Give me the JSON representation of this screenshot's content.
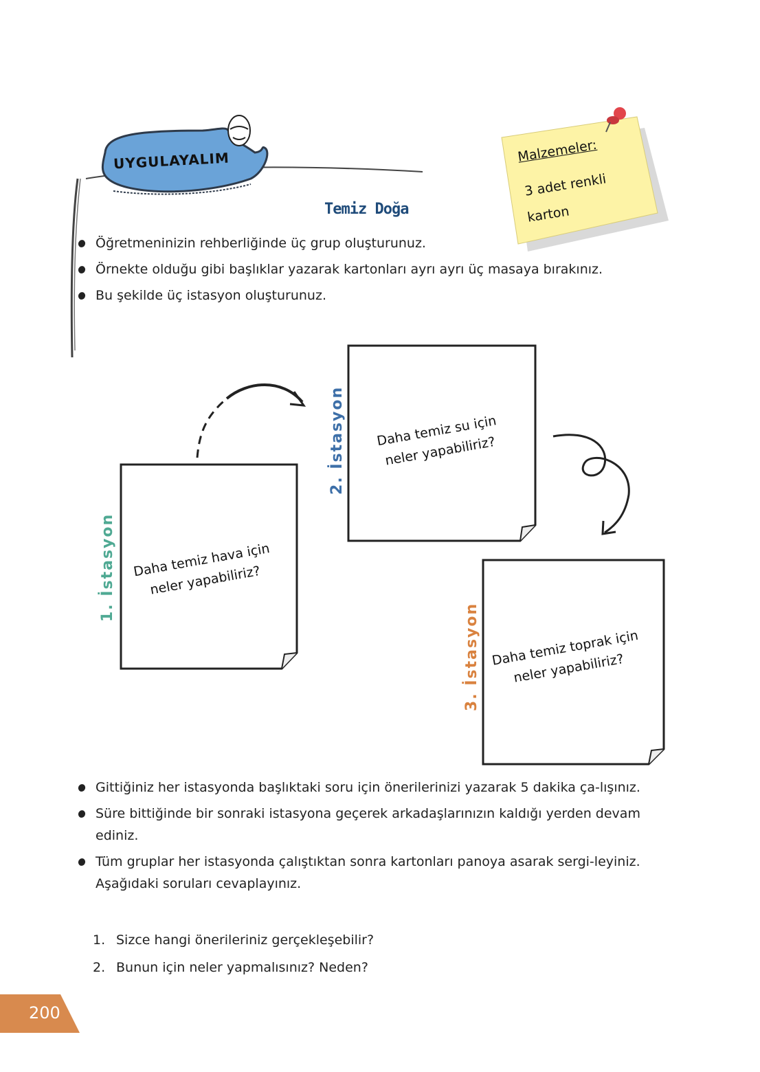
{
  "banner": {
    "label": "UYGULAYALIM"
  },
  "materials": {
    "title": "Malzemeler:",
    "line1": "3 adet renkli",
    "line2": "karton"
  },
  "title": "Temiz Doğa",
  "instructions_top": [
    "Öğretmeninizin rehberliğinde üç grup oluşturunuz.",
    "Örnekte olduğu gibi başlıklar yazarak kartonları ayrı ayrı üç masaya bırakınız.",
    "Bu şekilde üç istasyon oluşturunuz."
  ],
  "stations": [
    {
      "label": "1. İstasyon",
      "line1": "Daha temiz hava için",
      "line2": "neler yapabiliriz?",
      "color": "#4fa993"
    },
    {
      "label": "2. İstasyon",
      "line1": "Daha temiz su için",
      "line2": "neler yapabiliriz?",
      "color": "#3d6fa8"
    },
    {
      "label": "3. İstasyon",
      "line1": "Daha temiz toprak için",
      "line2": "neler yapabiliriz?",
      "color": "#d9823f"
    }
  ],
  "instructions_bottom": [
    "Gittiğiniz her istasyonda başlıktaki soru için önerilerinizi yazarak 5 dakika ça-lışınız.",
    "Süre bittiğinde bir sonraki istasyona geçerek arkadaşlarınızın kaldığı yerden devam ediniz.",
    "Tüm gruplar her istasyonda çalıştıktan sonra kartonları panoya asarak sergi-leyiniz. Aşağıdaki soruları cevaplayınız."
  ],
  "questions": [
    {
      "num": "1.",
      "text": "Sizce hangi önerileriniz gerçekleşebilir?"
    },
    {
      "num": "2.",
      "text": "Bunun için neler yapmalısınız? Neden?"
    }
  ],
  "page_number": "200",
  "colors": {
    "banner_blue": "#6aa3d8",
    "note_yellow": "#fdf3a6",
    "page_badge": "#d88a4e",
    "title_blue": "#1f4b7a"
  }
}
